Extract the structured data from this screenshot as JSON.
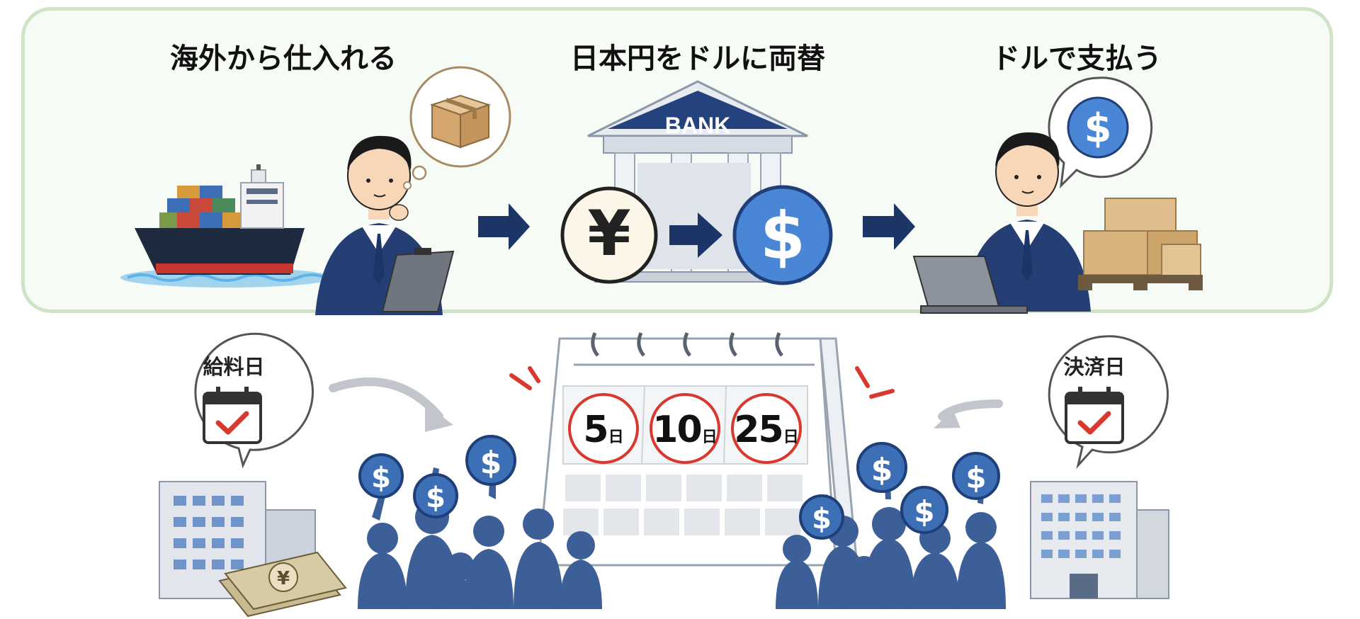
{
  "colors": {
    "navy": "#1f3f7a",
    "dollar_blue": "#4a86d6",
    "panel_border": "#cfe3c6",
    "panel_fill": "#f7fbf5",
    "check_red": "#d9382f",
    "box_tan": "#d8b27c",
    "crowd_blue": "#3d5f98"
  },
  "flow": {
    "steps": [
      {
        "title": "海外から仕入れる"
      },
      {
        "title": "日本円をドルに両替"
      },
      {
        "title": "ドルで支払う"
      }
    ],
    "bank_sign": "BANK",
    "yen_symbol": "¥",
    "dollar_symbol": "$"
  },
  "bottom": {
    "left_bubble": "給料日",
    "right_bubble": "決済日",
    "calendar_days": [
      {
        "num": "5",
        "unit": "日"
      },
      {
        "num": "10",
        "unit": "日"
      },
      {
        "num": "25",
        "unit": "日"
      }
    ]
  },
  "icons": [
    "cargo-ship-icon",
    "businessman-icon",
    "cardboard-box-icon",
    "clipboard-icon",
    "arrow-right-icon",
    "bank-icon",
    "yen-coin-icon",
    "dollar-coin-icon",
    "laptop-icon",
    "pallet-boxes-icon",
    "office-building-icon",
    "calendar-check-icon",
    "desk-calendar-icon",
    "banknote-stack-icon",
    "crowd-icon",
    "dollar-sign-icon"
  ]
}
